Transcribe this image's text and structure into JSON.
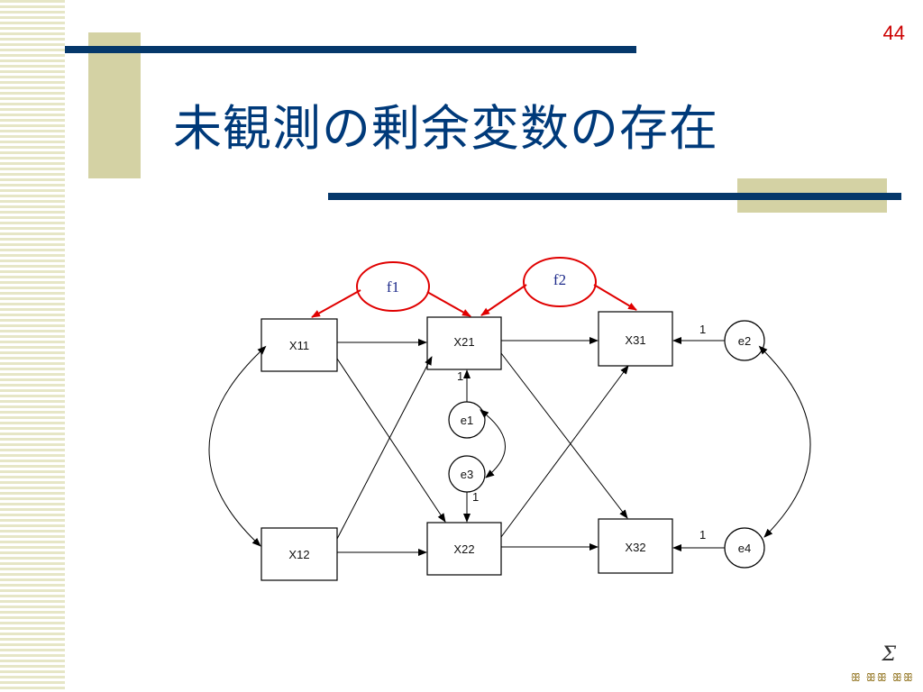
{
  "slide": {
    "number": "44",
    "title": "未観測の剰余変数の存在"
  },
  "diagram": {
    "observed": [
      {
        "id": "x11",
        "label": "X11"
      },
      {
        "id": "x12",
        "label": "X12"
      },
      {
        "id": "x21",
        "label": "X21"
      },
      {
        "id": "x22",
        "label": "X22"
      },
      {
        "id": "x31",
        "label": "X31"
      },
      {
        "id": "x32",
        "label": "X32"
      }
    ],
    "errors": [
      {
        "id": "e1",
        "label": "e1"
      },
      {
        "id": "e2",
        "label": "e2"
      },
      {
        "id": "e3",
        "label": "e3"
      },
      {
        "id": "e4",
        "label": "e4"
      }
    ],
    "factors": [
      {
        "id": "f1",
        "label": "f1"
      },
      {
        "id": "f2",
        "label": "f2"
      }
    ],
    "path_coefficient": "1",
    "factor_arrow_color": "#e00000"
  },
  "logo": {
    "sigma": "Σ",
    "marks": "ꕥ ꕥꕥ ꕥꕥ"
  }
}
